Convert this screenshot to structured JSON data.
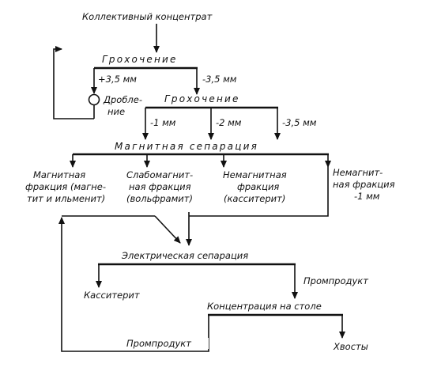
{
  "feed": "Коллективный концентрат",
  "screening1": {
    "title": "Грохочение",
    "oversize": "+3,5 мм",
    "undersize": "-3,5 мм"
  },
  "crushing": {
    "line1": "Дробле-",
    "line2": "ние"
  },
  "screening2": {
    "title": "Грохочение",
    "fractions": [
      "-1 мм",
      "-2 мм",
      "-3,5 мм"
    ]
  },
  "magnetic_separation": {
    "title": "Магнитная сепарация",
    "products": [
      {
        "lines": [
          "Магнитная",
          "фракция (магне-",
          "тит и ильменит)"
        ]
      },
      {
        "lines": [
          "Слабомагнит-",
          "ная фракция",
          "(вольфрамит)"
        ]
      },
      {
        "lines": [
          "Немагнитная",
          "фракция",
          "(касситерит)"
        ]
      },
      {
        "lines": [
          "Немагнит-",
          "ная фракция",
          "-1 мм"
        ]
      }
    ]
  },
  "electric_separation": {
    "title": "Электрическая сепарация",
    "product": "Касситерит",
    "middlings": "Промпродукт"
  },
  "table_concentration": {
    "title": "Концентрация на столе",
    "middlings": "Промпродукт",
    "tailings": "Хвосты"
  }
}
